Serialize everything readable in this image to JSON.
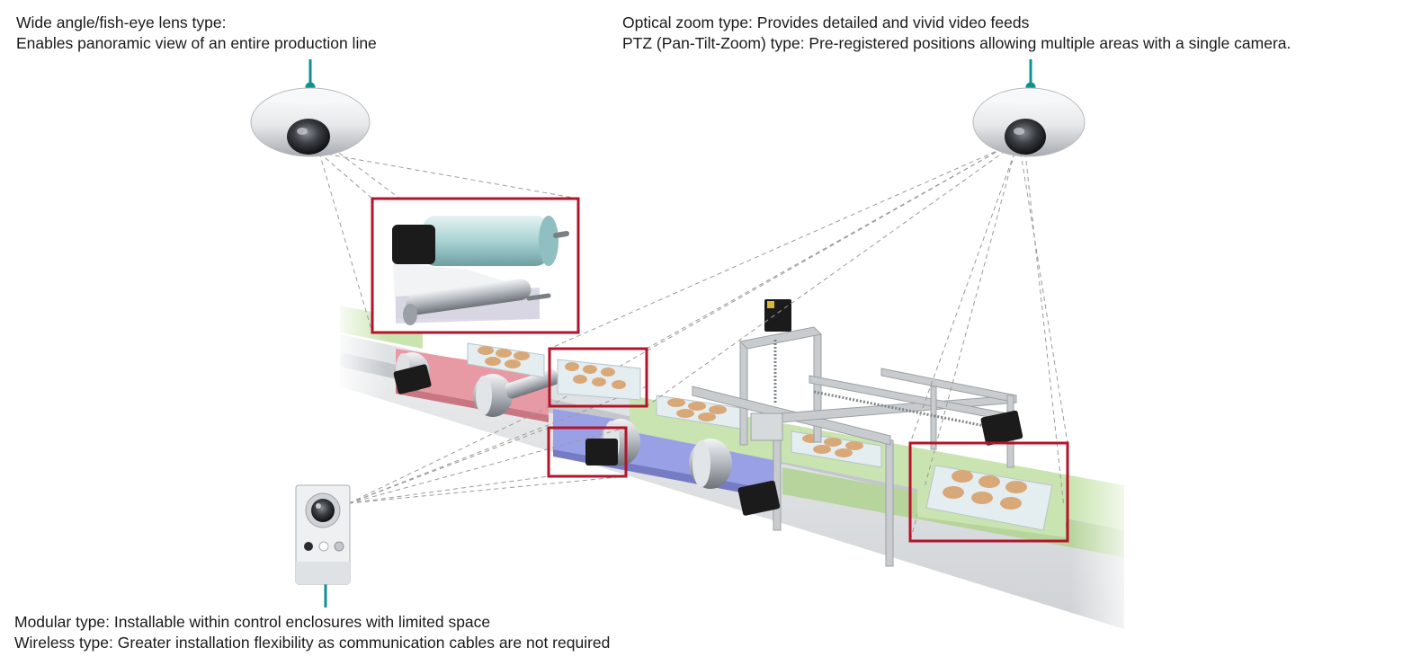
{
  "captions": {
    "wide_angle": {
      "line1": "Wide angle/fish-eye lens type:",
      "line2": "Enables panoramic view of an entire production line"
    },
    "optical_zoom": {
      "line1": "Optical zoom type: Provides detailed and vivid video feeds",
      "line2": "PTZ (Pan-Tilt-Zoom) type: Pre-registered positions allowing multiple areas with a single camera."
    },
    "modular": {
      "line1": "Modular type: Installable within control enclosures with limited space",
      "line2": "Wireless type: Greater installation flexibility as communication cables are not required"
    }
  },
  "colors": {
    "leader_line": "#12908e",
    "highlight_frame": "#b4142a",
    "sight_line": "#9a9a9a",
    "belt_green": "#c9e4b0",
    "belt_red": "#e89aa4",
    "belt_blue": "#9aa0e6",
    "roller_steel": "#b9bec4",
    "cookie": "#d9a878",
    "motor": "#1b1b1b",
    "frame_metal": "#c8cccf"
  },
  "icons": {
    "dome_camera_left": "dome-camera",
    "dome_camera_right": "dome-camera",
    "box_camera": "modular-camera",
    "motors": "servo-motor"
  }
}
